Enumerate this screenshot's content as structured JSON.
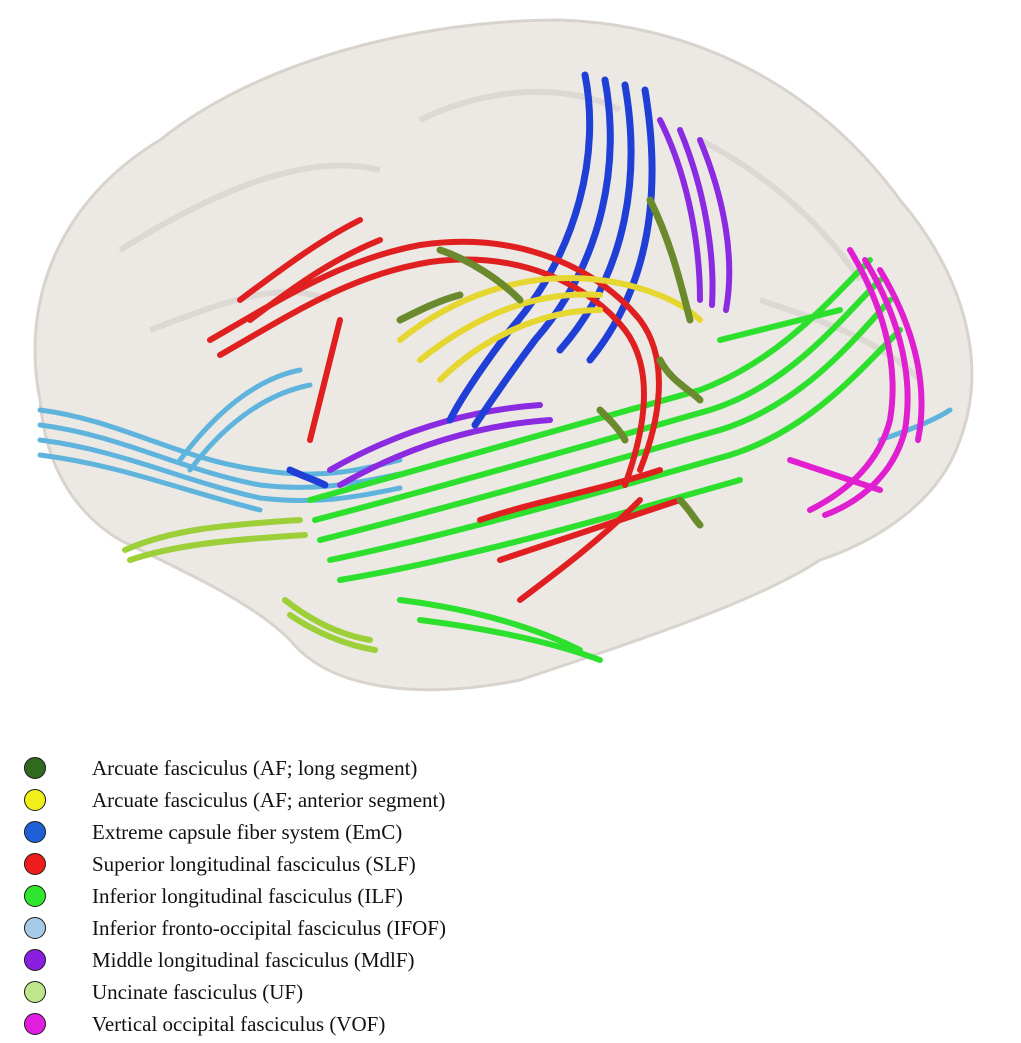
{
  "figure": {
    "description_icon": "brain-tractography-icon",
    "tracts": [
      {
        "key": "af_long",
        "color": "#6b8a2e"
      },
      {
        "key": "af_anterior",
        "color": "#e6d630"
      },
      {
        "key": "emc",
        "color": "#1f3fd6"
      },
      {
        "key": "slf",
        "color": "#e02020"
      },
      {
        "key": "ilf",
        "color": "#2ee02e"
      },
      {
        "key": "ifof",
        "color": "#5eb4dc"
      },
      {
        "key": "mdlf",
        "color": "#8a2be2"
      },
      {
        "key": "uf",
        "color": "#9ccf38"
      },
      {
        "key": "vof",
        "color": "#e020d0"
      }
    ]
  },
  "legend": {
    "items": [
      {
        "label": "Arcuate fasciculus (AF; long segment)",
        "color": "#2f6a1e"
      },
      {
        "label": "Arcuate fasciculus (AF; anterior segment)",
        "color": "#f2ee1a"
      },
      {
        "label": "Extreme capsule fiber system (EmC)",
        "color": "#1f5fd6"
      },
      {
        "label": "Superior longitudinal fasciculus (SLF)",
        "color": "#ee1c1c"
      },
      {
        "label": "Inferior longitudinal fasciculus (ILF)",
        "color": "#2ee62e"
      },
      {
        "label": "Inferior fronto-occipital fasciculus (IFOF)",
        "color": "#a6cbe8"
      },
      {
        "label": "Middle longitudinal fasciculus (MdlF)",
        "color": "#8a1fe0"
      },
      {
        "label": "Uncinate fasciculus (UF)",
        "color": "#bfe68a"
      },
      {
        "label": "Vertical occipital fasciculus (VOF)",
        "color": "#e01ee0"
      }
    ]
  }
}
